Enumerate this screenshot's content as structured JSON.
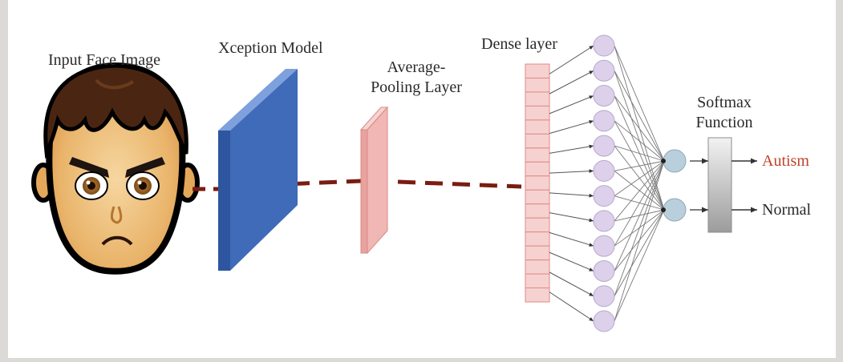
{
  "labels": {
    "input": "Input Face Image",
    "xception": "Xception Model",
    "pooling_line1": "Average-",
    "pooling_line2": "Pooling Layer",
    "dense": "Dense layer",
    "softmax_line1": "Softmax",
    "softmax_line2": "Function"
  },
  "outputs": [
    {
      "label": "Autism",
      "color": "#c0432a"
    },
    {
      "label": "Normal",
      "color": "#2a2a2a"
    }
  ],
  "structure": {
    "dense_cells": 17,
    "hidden_nodes": 12,
    "output_nodes": 2
  },
  "colors": {
    "dashed_link": "#7a1c10",
    "xception_block": "#3f6bb8",
    "pooling_block": "#f0b7b4",
    "dense_block": "#f5d2d0",
    "hidden_node": "#ddd0ea",
    "output_node": "#b9cfdc"
  }
}
